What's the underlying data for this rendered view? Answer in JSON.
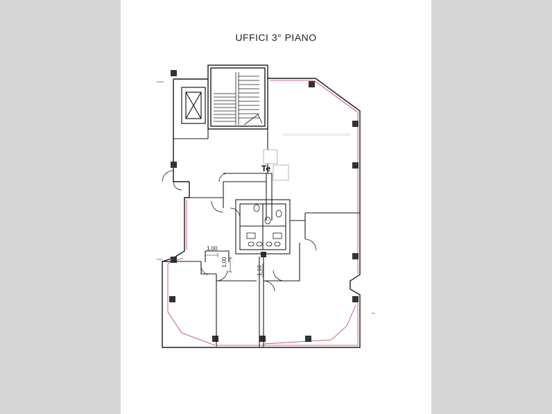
{
  "title": "UFFICI  3° PIANO",
  "stamp_text": "Te",
  "dimensions": {
    "closet_width": "1,00",
    "closet_depth": "1,00",
    "corridor_width": "1,10"
  },
  "colors": {
    "wall": "#1a1a1a",
    "wall_finish": "#c2394a",
    "column": "#333333",
    "background": "#d6d6d6",
    "sheet": "#ffffff"
  }
}
